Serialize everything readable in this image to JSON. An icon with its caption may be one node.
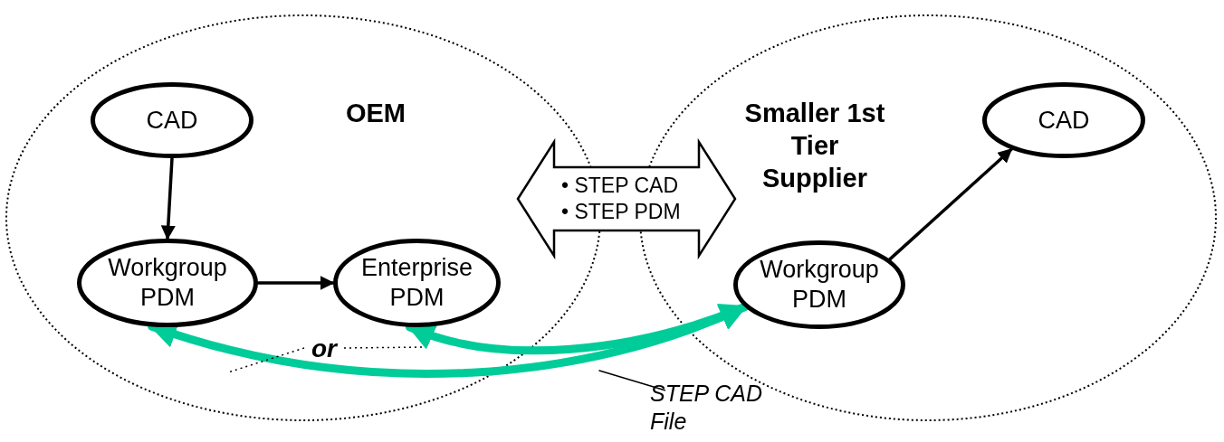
{
  "diagram": {
    "nodes": [
      {
        "text": [
          "OEM"
        ]
      },
      {
        "text": [
          "CAD"
        ],
        "in": 0
      },
      {
        "text": [
          "Workgroup PDM"
        ],
        "in": 0
      },
      {
        "text": [
          "Enterprise PDM"
        ],
        "in": 0
      },
      {
        "text": [
          "• STEP CAD",
          "• STEP PDM"
        ]
      },
      {
        "text": [
          "Smaller 1st Tier Supplier"
        ]
      },
      {
        "text": [
          "Workgroup PDM"
        ],
        "in": 5
      },
      {
        "text": [
          "CAD"
        ],
        "in": 5
      },
      {
        "text": [
          "or"
        ],
        "in": 0
      },
      {
        "text": [
          "STEP CAD File"
        ]
      }
    ],
    "edges": [
      {
        "from": 1,
        "to": 2,
        "arrow": "to"
      },
      {
        "from": 2,
        "to": 3,
        "arrow": "to"
      },
      {
        "from": 6,
        "to": 7,
        "arrow": "to"
      },
      {
        "from": 6,
        "to": 2,
        "arrow": "both",
        "style": "thick",
        "color": "#00cc99"
      },
      {
        "from": 6,
        "to": 3,
        "arrow": "both",
        "style": "thick",
        "color": "#00cc99"
      },
      {
        "from": 8,
        "to": null,
        "arrow": "none",
        "style": "dashed"
      },
      {
        "from": 8,
        "to": null,
        "arrow": "none",
        "style": "dashed"
      },
      {
        "from": 9,
        "to": null,
        "arrow": "none"
      }
    ]
  }
}
